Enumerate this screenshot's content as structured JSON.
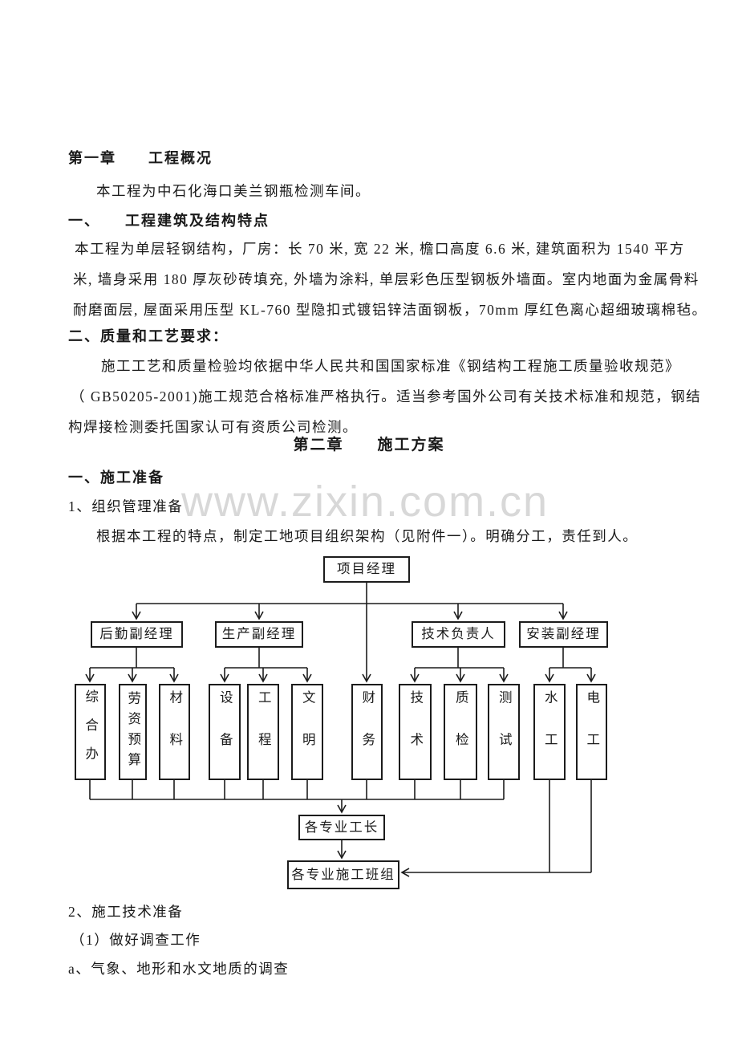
{
  "document": {
    "heading_chapter1": "第一章　　工程概况",
    "para_intro": "本工程为中石化海口美兰钢瓶检测车间。",
    "heading_section1": "一、　　工程建筑及结构特点",
    "para_building_line1": "本工程为单层轻钢结构，厂房：长 70 米, 宽 22 米, 檐口高度 6.6 米, 建筑面积为 1540 平方",
    "para_building_line2": "米, 墙身采用 180 厚灰砂砖填充, 外墙为涂料, 单层彩色压型钢板外墙面。室内地面为金属骨料",
    "para_building_line3": "耐磨面层, 屋面采用压型 KL-760 型隐扣式镀铝锌洁面钢板，70mm 厚红色离心超细玻璃棉毡。",
    "heading_section2": "二、质量和工艺要求：",
    "para_quality_line1": "施工工艺和质量检验均依据中华人民共和国国家标准《钢结构工程施工质量验收规范》",
    "para_quality_line2": "（ GB50205-2001)施工规范合格标准严格执行。适当参考国外公司有关技术标准和规范，钢结",
    "para_quality_line3": "构焊接检测委托国家认可有资质公司检测。",
    "heading_chapter2": "第二章　　施工方案",
    "heading_preparation": "一、施工准备",
    "para_org_prep": "1、组织管理准备",
    "para_org_structure": "根据本工程的特点，制定工地项目组织架构（见附件一）。明确分工，责任到人。",
    "para_tech_prep": "2、施工技术准备",
    "para_survey": "（1）做好调查工作",
    "para_weather": "a、气象、地形和水文地质的调查"
  },
  "watermark": {
    "text": "www.zixin.com.cn",
    "color": "#d8d8d8"
  },
  "org_chart": {
    "nodes": {
      "project_manager": "项目经理",
      "logistics_deputy_manager": "后勤副经理",
      "production_deputy_manager": "生产副经理",
      "technical_lead": "技术负责人",
      "installation_deputy_manager": "安装副经理",
      "general_office": "综合办",
      "labor_budget": "劳资预算",
      "materials": "材料",
      "equipment": "设备",
      "engineering": "工程",
      "civility": "文明",
      "finance": "财务",
      "technology": "技术",
      "quality_inspection": "质检",
      "testing": "测试",
      "water_work": "水工",
      "electric_work": "电工",
      "specialty_foremen": "各专业工长",
      "specialty_crews": "各专业施工班组"
    },
    "line_color": "#1c1c1c"
  }
}
